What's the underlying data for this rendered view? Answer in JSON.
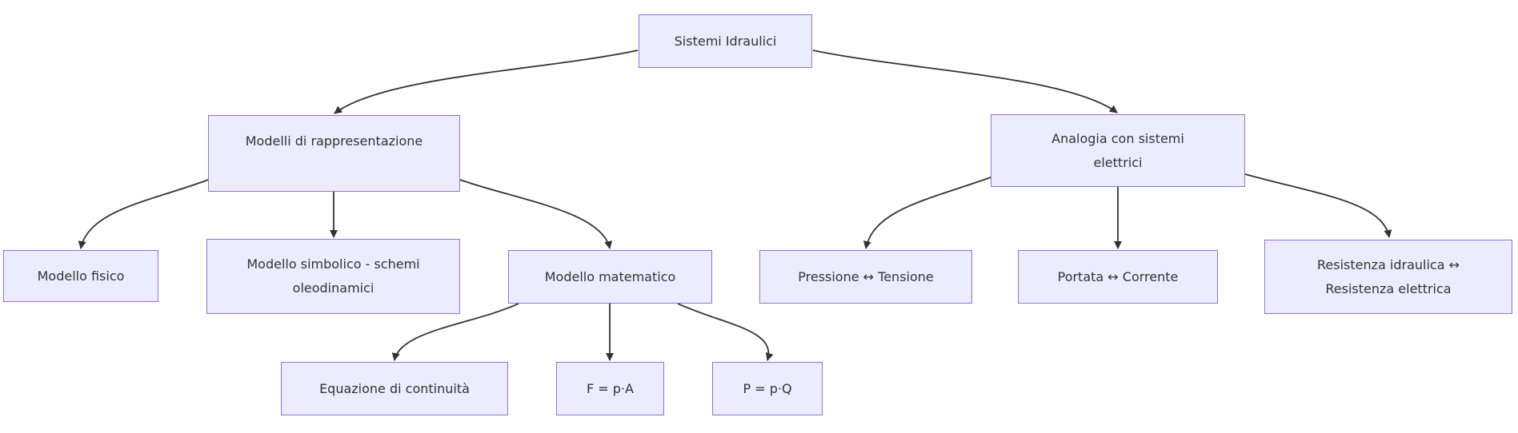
{
  "diagram": {
    "type": "flowchart",
    "direction": "top-down",
    "colors": {
      "background": "#ffffff",
      "node_fill": "#ECECFF",
      "node_border": "#9370DB",
      "text": "#333333",
      "edge": "#333333"
    },
    "nodes": {
      "sistemi": {
        "label": "Sistemi Idraulici"
      },
      "modelli": {
        "label": "Modelli di rappresentazione"
      },
      "analogia": {
        "label": "Analogia con sistemi\nelettrici"
      },
      "fisico": {
        "label": "Modello fisico"
      },
      "simbolico": {
        "label": "Modello simbolico - schemi\noleodinamici"
      },
      "matematico": {
        "label": "Modello matematico"
      },
      "pressione": {
        "label": "Pressione ↔ Tensione"
      },
      "portata": {
        "label": "Portata ↔ Corrente"
      },
      "resistenza": {
        "label": "Resistenza idraulica ↔\nResistenza elettrica"
      },
      "equazione": {
        "label": "Equazione di continuità"
      },
      "forza": {
        "label": "F = p·A"
      },
      "potenza": {
        "label": "P = p·Q"
      }
    },
    "edges": [
      {
        "from": "Sistemi Idraulici",
        "to": "Modelli di rappresentazione"
      },
      {
        "from": "Sistemi Idraulici",
        "to": "Analogia con sistemi elettrici"
      },
      {
        "from": "Modelli di rappresentazione",
        "to": "Modello fisico"
      },
      {
        "from": "Modelli di rappresentazione",
        "to": "Modello simbolico - schemi oleodinamici"
      },
      {
        "from": "Modelli di rappresentazione",
        "to": "Modello matematico"
      },
      {
        "from": "Analogia con sistemi elettrici",
        "to": "Pressione ↔ Tensione"
      },
      {
        "from": "Analogia con sistemi elettrici",
        "to": "Portata ↔ Corrente"
      },
      {
        "from": "Analogia con sistemi elettrici",
        "to": "Resistenza idraulica ↔ Resistenza elettrica"
      },
      {
        "from": "Modello matematico",
        "to": "Equazione di continuità"
      },
      {
        "from": "Modello matematico",
        "to": "F = p·A"
      },
      {
        "from": "Modello matematico",
        "to": "P = p·Q"
      }
    ]
  }
}
